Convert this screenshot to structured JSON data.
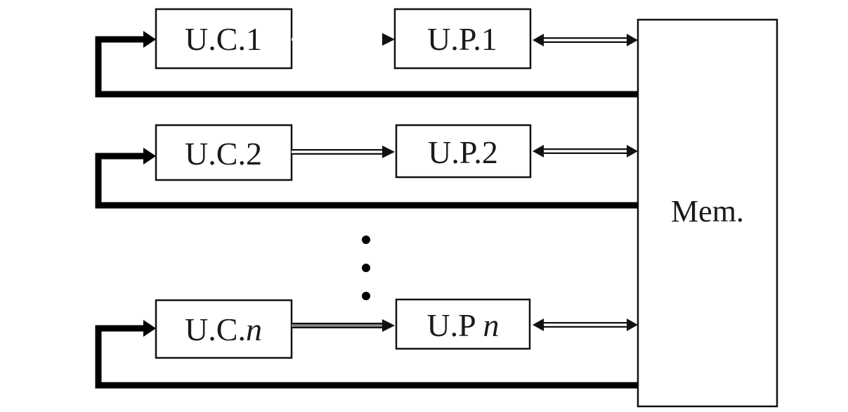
{
  "diagram": {
    "memory": {
      "label": "Mem."
    },
    "rows": [
      {
        "control_unit": {
          "label": "U.C.1"
        },
        "processing_unit": {
          "label": "U.P.1"
        }
      },
      {
        "control_unit": {
          "label": "U.C.2"
        },
        "processing_unit": {
          "label": "U.P.2"
        }
      },
      {
        "control_unit": {
          "label": "U.C.",
          "suffix": "n"
        },
        "processing_unit": {
          "label": "U.P ",
          "suffix": "n"
        }
      }
    ],
    "ellipsis": "⋮"
  }
}
